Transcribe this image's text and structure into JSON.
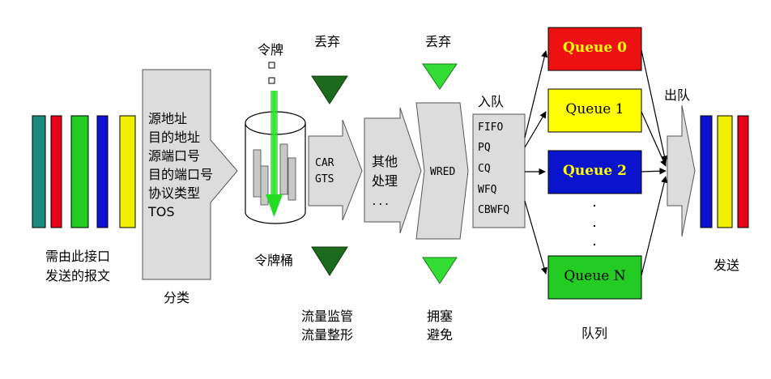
{
  "input": {
    "caption_line1": "需由此接口",
    "caption_line2": "发送的报文",
    "packet_colors": [
      "#1a8c7e",
      "#e8001c",
      "#22cc22",
      "#1010d0",
      "#f0f000"
    ]
  },
  "classify": {
    "fields": [
      "源地址",
      "目的地址",
      "源端口号",
      "目的端口号",
      "协议类型",
      "TOS"
    ],
    "label": "分类"
  },
  "token_bucket": {
    "top_label": "令牌",
    "bottom_label": "令牌桶"
  },
  "car": {
    "top_label": "丢弃",
    "lines": [
      "CAR",
      "GTS"
    ],
    "bottom_line1": "流量监管",
    "bottom_line2": "流量整形"
  },
  "other": {
    "lines": [
      "其他",
      "处理",
      "..."
    ]
  },
  "wred": {
    "top_label": "丢弃",
    "label": "WRED",
    "bottom_line1": "拥塞",
    "bottom_line2": "避免"
  },
  "enqueue": {
    "title": "入队",
    "methods": [
      "FIFO",
      "PQ",
      "CQ",
      "WFQ",
      "CBWFQ"
    ]
  },
  "queues": {
    "items": [
      {
        "label": "Queue 0",
        "fill": "#ee1111",
        "text_color": "#ffff00"
      },
      {
        "label": "Queue 1",
        "fill": "#ffff00",
        "text_color": "#000000"
      },
      {
        "label": "Queue 2",
        "fill": "#0a14cc",
        "text_color": "#ffff00"
      },
      {
        "label": "Queue N",
        "fill": "#22cc22",
        "text_color": "#000000"
      }
    ],
    "caption": "队列"
  },
  "dequeue": {
    "title": "出队"
  },
  "output": {
    "label": "发送",
    "packet_colors": [
      "#1010d0",
      "#f0f000",
      "#e8001c"
    ]
  }
}
